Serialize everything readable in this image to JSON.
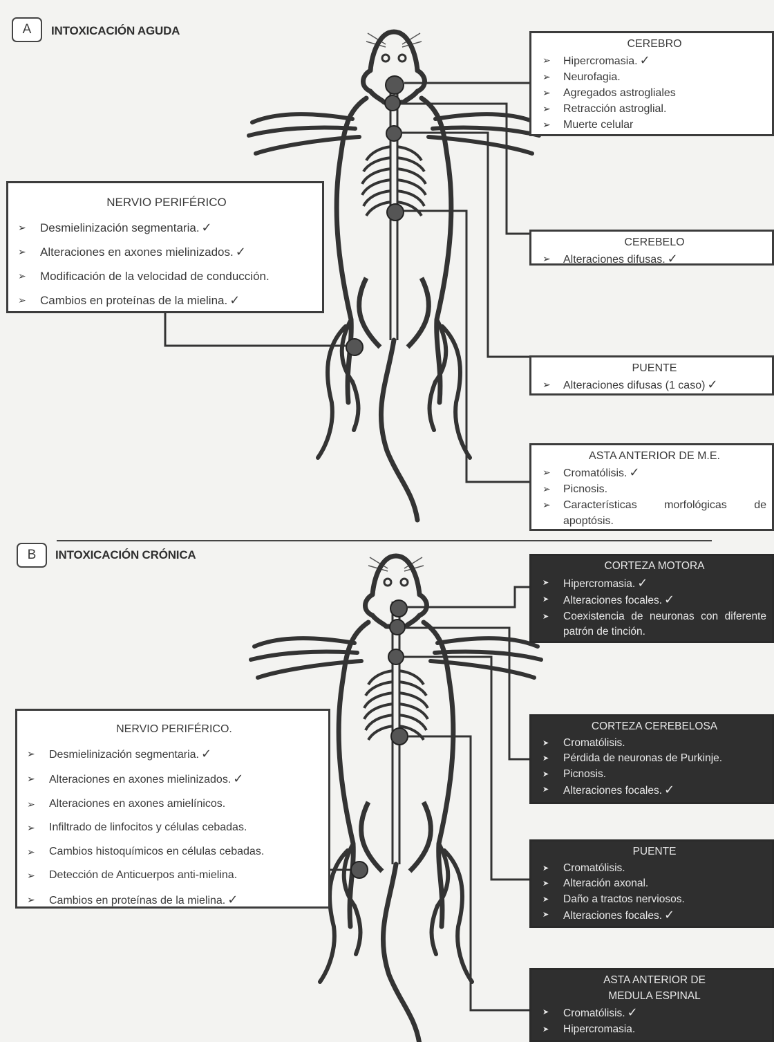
{
  "check_mark": "✓",
  "section_a": {
    "letter": "A",
    "title": "INTOXICACIÓN AGUDA",
    "cerebro": {
      "title": "CEREBRO",
      "items": [
        {
          "text": "Hipercromasia.",
          "check": true
        },
        {
          "text": "Neurofagia.",
          "check": false
        },
        {
          "text": "Agregados astrogliales",
          "check": false
        },
        {
          "text": "Retracción astroglial.",
          "check": false
        },
        {
          "text": "Muerte celular",
          "check": false
        }
      ]
    },
    "cerebelo": {
      "title": "CEREBELO",
      "items": [
        {
          "text": "Alteraciones difusas.",
          "check": true
        }
      ]
    },
    "puente": {
      "title": "PUENTE",
      "items": [
        {
          "text": "Alteraciones difusas (1 caso)",
          "check": true
        }
      ]
    },
    "asta": {
      "title": "ASTA ANTERIOR DE M.E.",
      "items": [
        {
          "text": "Cromatólisis.",
          "check": true
        },
        {
          "text": "Picnosis.",
          "check": false
        },
        {
          "text": "Características morfológicas de apoptósis.",
          "check": false
        }
      ]
    },
    "nervio": {
      "title": "NERVIO PERIFÉRICO",
      "items": [
        {
          "text": "Desmielinización segmentaria.",
          "check": true
        },
        {
          "text": "Alteraciones en axones mielinizados.",
          "check": true
        },
        {
          "text": "Modificación de la velocidad de conducción.",
          "check": false
        },
        {
          "text": "Cambios en proteínas de la mielina.",
          "check": true
        }
      ]
    }
  },
  "section_b": {
    "letter": "B",
    "title": "INTOXICACIÓN CRÓNICA",
    "corteza_motora": {
      "title": "CORTEZA MOTORA",
      "items": [
        {
          "text": "Hipercromasia.",
          "check": true
        },
        {
          "text": "Alteraciones focales.",
          "check": true
        },
        {
          "text": "Coexistencia de neuronas con diferente patrón de tinción.",
          "check": false
        }
      ]
    },
    "corteza_cerebelosa": {
      "title": "CORTEZA CEREBELOSA",
      "items": [
        {
          "text": "Cromatólisis.",
          "check": false
        },
        {
          "text": "Pérdida de neuronas de Purkinje.",
          "check": false
        },
        {
          "text": "Picnosis.",
          "check": false
        },
        {
          "text": "Alteraciones focales.",
          "check": true
        }
      ]
    },
    "puente": {
      "title": "PUENTE",
      "items": [
        {
          "text": "Cromatólisis.",
          "check": false
        },
        {
          "text": "Alteración axonal.",
          "check": false
        },
        {
          "text": "Daño a tractos nerviosos.",
          "check": false
        },
        {
          "text": "Alteraciones focales.",
          "check": true
        }
      ]
    },
    "asta": {
      "title": "ASTA ANTERIOR DE MEDULA ESPINAL",
      "items": [
        {
          "text": "Cromatólisis.",
          "check": true
        },
        {
          "text": "Hipercromasia.",
          "check": false
        }
      ]
    },
    "nervio": {
      "title": "NERVIO PERIFÉRICO.",
      "items": [
        {
          "text": "Desmielinización segmentaria.",
          "check": true
        },
        {
          "text": "Alteraciones en axones mielinizados.",
          "check": true
        },
        {
          "text": "Alteraciones en axones amielínicos.",
          "check": false
        },
        {
          "text": "Infiltrado de linfocitos y células cebadas.",
          "check": false
        },
        {
          "text": "Cambios histoquímicos en células cebadas.",
          "check": false
        },
        {
          "text": "Detección de Anticuerpos anti-mielina.",
          "check": false
        },
        {
          "text": "Cambios en proteínas de la mielina.",
          "check": true
        }
      ]
    }
  }
}
